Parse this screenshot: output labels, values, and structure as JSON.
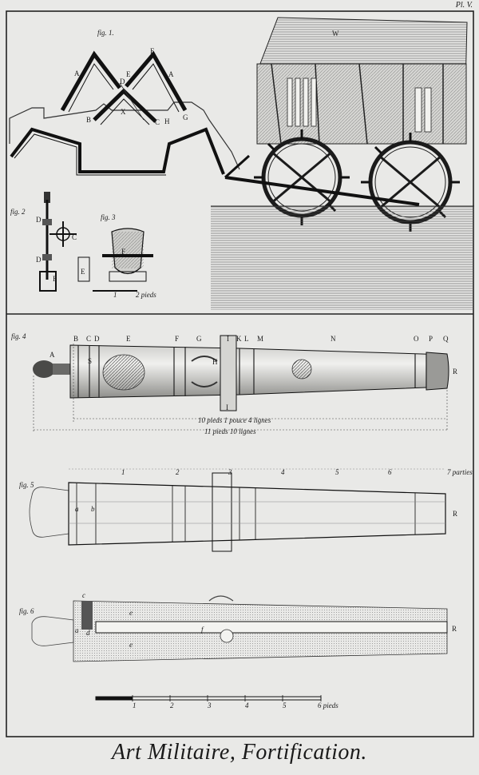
{
  "plate_number": "Pl. V.",
  "caption": "Art Militaire, Fortification.",
  "fig1": {
    "label": "fig. 1.",
    "letters": {
      "A1": "A",
      "F": "F",
      "E": "E",
      "D": "D",
      "A2": "A",
      "X": "X",
      "B": "B",
      "C": "C",
      "H": "H",
      "G": "G"
    }
  },
  "mill": {
    "letter": "W"
  },
  "fig2": {
    "label": "fig. 2",
    "letters": {
      "D1": "D",
      "D2": "D",
      "C": "C",
      "F": "F"
    }
  },
  "fig3": {
    "label": "fig. 3",
    "letters": {
      "E": "E",
      "F": "F"
    },
    "scale_mark": "1",
    "scale_label": "2 pieds"
  },
  "fig4": {
    "label": "fig. 4",
    "letters": [
      "A",
      "B",
      "C",
      "D",
      "E",
      "F",
      "G",
      "H",
      "I",
      "K",
      "L",
      "M",
      "N",
      "O",
      "P",
      "Q",
      "R",
      "S",
      "I"
    ],
    "dim1": "10 pieds 1 pouce 4 lignes",
    "dim2": "11 pieds 10 lignes"
  },
  "fig5": {
    "label": "fig. 5",
    "parts": [
      "1",
      "2",
      "3",
      "4",
      "5",
      "6",
      "7 parties"
    ],
    "letters": {
      "a": "a",
      "b": "b",
      "R": "R"
    }
  },
  "fig6": {
    "label": "fig. 6",
    "letters": {
      "c": "c",
      "a": "a",
      "d": "d",
      "e1": "e",
      "f": "f",
      "e2": "e",
      "R": "R"
    }
  },
  "scale": {
    "ticks": [
      "1",
      "2",
      "3",
      "4",
      "5"
    ],
    "end_label": "6 pieds"
  }
}
